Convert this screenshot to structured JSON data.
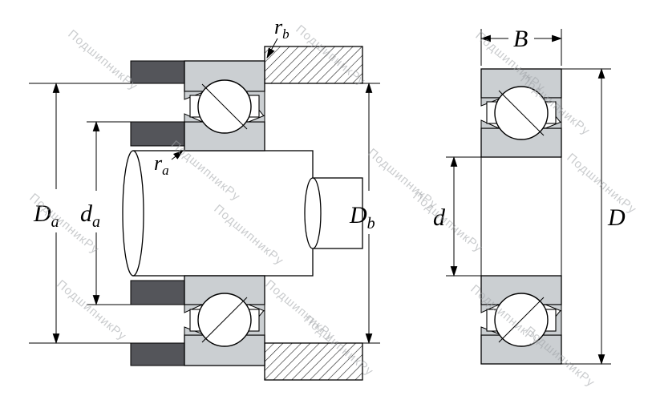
{
  "diagram": {
    "watermark_text": "ПодшипникРу",
    "labels": {
      "Da": {
        "main": "D",
        "sub": "a"
      },
      "da": {
        "main": "d",
        "sub": "a"
      },
      "Db": {
        "main": "D",
        "sub": "b"
      },
      "ra": {
        "main": "r",
        "sub": "a"
      },
      "rb": {
        "main": "r",
        "sub": "b"
      },
      "B": {
        "main": "B"
      },
      "d": {
        "main": "d"
      },
      "D": {
        "main": "D"
      }
    },
    "colors": {
      "ring_fill": "#cbcfd2",
      "dark_fill": "#54555a",
      "outline": "#000000",
      "hatch": "#1f1f1f",
      "watermark": "#9ea2a6",
      "background": "#ffffff"
    }
  }
}
